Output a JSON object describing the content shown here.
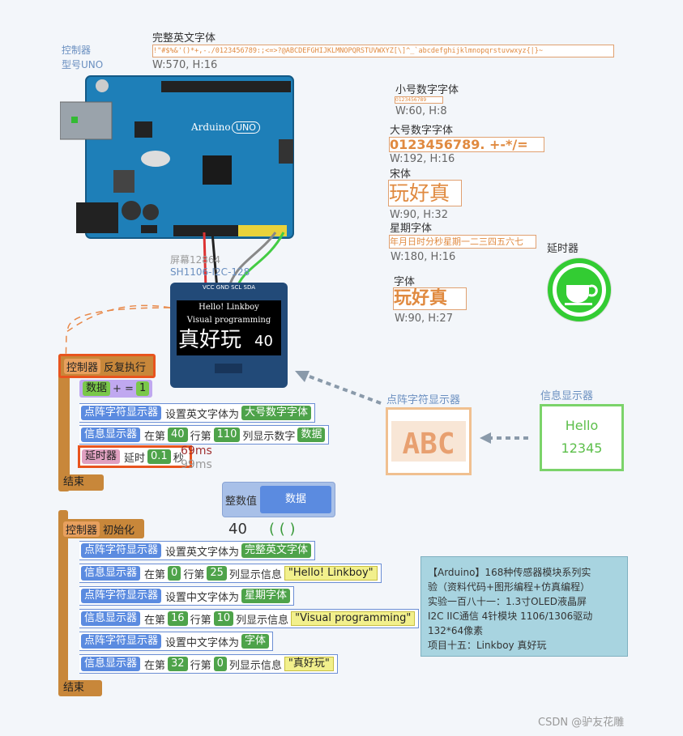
{
  "controller": {
    "label": "控制器",
    "model": "型号UNO"
  },
  "full_font": {
    "title": "完整英文字体",
    "sample": "!\"#$%&'()*+,-./0123456789:;<=>?@ABCDEFGHIJKLMNOPQRSTUVWXYZ[\\]^_`abcdefghijklmnopqrstuvwxyz{|}~",
    "size": "W:570, H:16"
  },
  "small_digit": {
    "title": "小号数字字体",
    "sample": "0123456789",
    "size": "W:60, H:8"
  },
  "big_digit": {
    "title": "大号数字字体",
    "sample": "0123456789. +-*/=",
    "size": "W:192, H:16"
  },
  "song": {
    "title": "宋体",
    "sample": "玩好真",
    "size": "W:90, H:32"
  },
  "week": {
    "title": "星期字体",
    "sample": "年月日时分秒星期一二三四五六七",
    "size": "W:180, H:16"
  },
  "font": {
    "title": "字体",
    "sample": "玩好真",
    "size": "W:90, H:27"
  },
  "delay_icon": {
    "label": "延时器"
  },
  "screen": {
    "label": "屏幕12864",
    "model": "SH1106-I2C-128",
    "pins": "VCC GND SCL SDA",
    "line1": "Hello! Linkboy",
    "line2": "Visual programming",
    "line3": "真好玩",
    "num": "40"
  },
  "board": {
    "name": "Arduino",
    "uno": "UNO"
  },
  "matrix_display": {
    "label": "点阵字符显示器"
  },
  "info_display": {
    "label": "信息显示器",
    "line1": "Hello",
    "line2": "12345"
  },
  "loop_block": {
    "ctrl": "控制器",
    "title": "反复执行",
    "r1": {
      "var": "数据",
      "op": "+ =",
      "val": "1"
    },
    "r2": {
      "obj": "点阵字符显示器",
      "act": "设置英文字体为",
      "val": "大号数字字体"
    },
    "r3": {
      "obj": "信息显示器",
      "t1": "在第",
      "v1": "40",
      "t2": "行第",
      "v2": "110",
      "t3": "列显示数字",
      "val": "数据"
    },
    "r4": {
      "obj": "延时器",
      "act": "延时",
      "val": "0.1",
      "unit": "秒"
    },
    "ms1": "69ms",
    "ms2": "99ms",
    "end": "结束"
  },
  "int_var": {
    "type": "整数值",
    "name": "数据",
    "value": "40",
    "paren": "( ( )"
  },
  "init_block": {
    "ctrl": "控制器",
    "title": "初始化",
    "r1": {
      "obj": "点阵字符显示器",
      "act": "设置英文字体为",
      "val": "完整英文字体"
    },
    "r2": {
      "obj": "信息显示器",
      "t1": "在第",
      "v1": "0",
      "t2": "行第",
      "v2": "25",
      "t3": "列显示信息",
      "val": "\"Hello! Linkboy\""
    },
    "r3": {
      "obj": "点阵字符显示器",
      "act": "设置中文字体为",
      "val": "星期字体"
    },
    "r4": {
      "obj": "信息显示器",
      "t1": "在第",
      "v1": "16",
      "t2": "行第",
      "v2": "10",
      "t3": "列显示信息",
      "val": "\"Visual programming\""
    },
    "r5": {
      "obj": "点阵字符显示器",
      "act": "设置中文字体为",
      "val": "字体"
    },
    "r6": {
      "obj": "信息显示器",
      "t1": "在第",
      "v1": "32",
      "t2": "行第",
      "v2": "0",
      "t3": "列显示信息",
      "val": "\"真好玩\""
    },
    "end": "结束"
  },
  "note": {
    "l1": "【Arduino】168种传感器模块系列实",
    "l2": "验（资料代码+图形编程+仿真编程）",
    "l3": "实验一百八十一：1.3寸OLED液晶屏",
    "l4": "I2C IIC通信 4针模块 1106/1306驱动",
    "l5": "132*64像素",
    "l6": "项目十五：Linkboy 真好玩"
  },
  "watermark": "CSDN @驴友花雕",
  "colors": {
    "board": "#1e7fb8",
    "orange": "#e08a40",
    "block_blue": "#5b8be0",
    "block_green": "#4ea34a",
    "ctrl": "#c8873a"
  }
}
